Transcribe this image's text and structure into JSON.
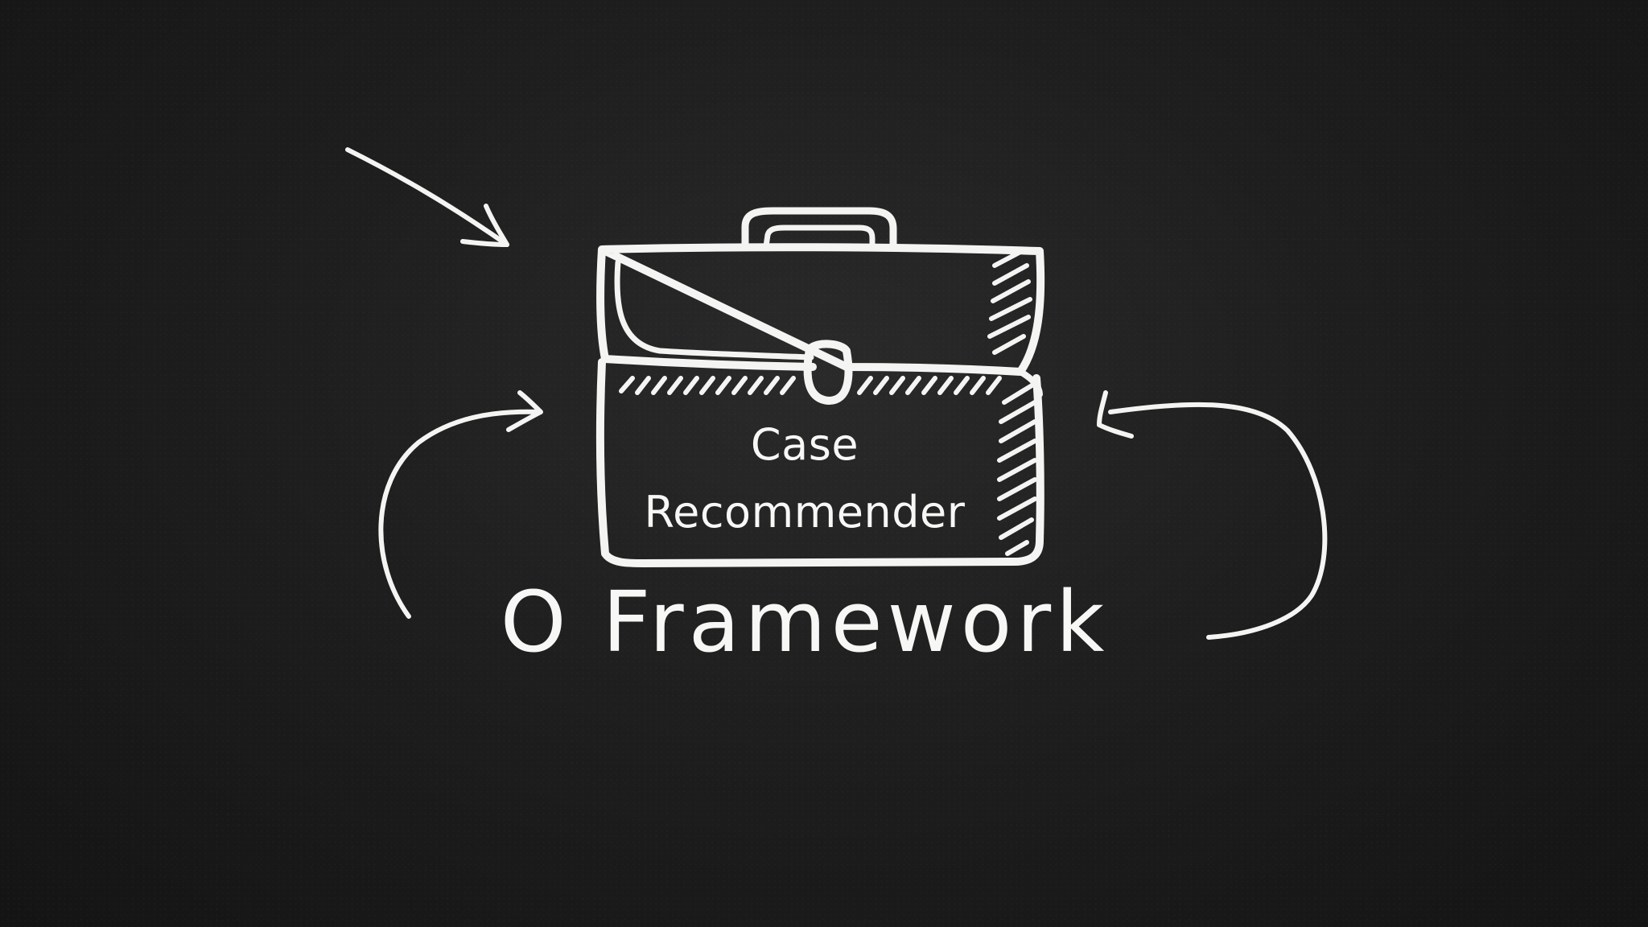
{
  "bag": {
    "label_line1": "Case",
    "label_line2": "Recommender"
  },
  "title": {
    "text": "O Framework"
  },
  "icons": [
    "briefcase-icon",
    "arrow-icon",
    "curved-arrow-icon"
  ],
  "colors": {
    "background": "#1e1e1e",
    "chalk": "#f4f4f2"
  }
}
